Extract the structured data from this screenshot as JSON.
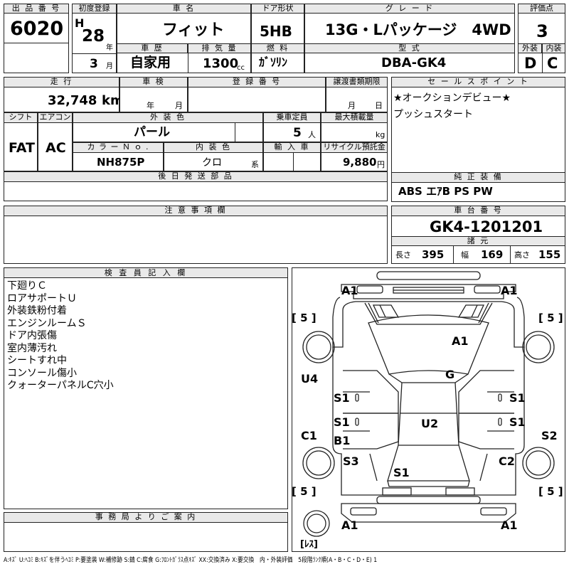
{
  "header": {
    "lot_label": "出 品 番 号",
    "lot_no": "6020",
    "first_reg_label": "初度登録",
    "era": "H",
    "year": "28",
    "year_unit": "年",
    "month": "3",
    "month_unit": "月",
    "car_name_label": "車 名",
    "car_name": "フィット",
    "door_label": "ドア形状",
    "door": "5HB",
    "grade_label": "グ レ ー ド",
    "grade": "13G・Lパッケージ　4WD",
    "score_label": "評価点",
    "score": "3",
    "ext_label": "外装",
    "int_label": "内装",
    "ext_grade": "D",
    "int_grade": "C",
    "history_label": "車 歴",
    "history": "自家用",
    "displacement_label": "排 気 量",
    "displacement": "1300",
    "displacement_unit": "cc",
    "fuel_label": "燃 料",
    "fuel": "ｶﾞｿﾘﾝ",
    "model_label": "型 式",
    "model": "DBA-GK4"
  },
  "row2": {
    "mileage_label": "走 行",
    "mileage": "32,748",
    "mileage_unit": "km",
    "inspection_label": "車 検",
    "inspection_year_unit": "年",
    "inspection_month_unit": "月",
    "reg_label": "登 録 番 号",
    "transfer_label": "譲渡書類期限",
    "transfer_month_unit": "月",
    "transfer_day_unit": "日",
    "shift_label": "シフト",
    "shift": "FAT",
    "ac_label": "エアコン",
    "ac": "AC",
    "ext_color_label": "外 装 色",
    "ext_color": "パール",
    "capacity_label": "乗車定員",
    "capacity": "5",
    "capacity_unit": "人",
    "max_load_label": "最大積載量",
    "max_load_unit": "kg",
    "color_no_label": "カ ラ ー Ｎ ｏ .",
    "color_no": "NH875P",
    "int_color_label": "内 装 色",
    "int_color": "クロ",
    "int_color_unit": "系",
    "import_label": "輸 入 車",
    "recycle_label": "リサイクル預託金",
    "recycle": "9,880",
    "recycle_unit": "円",
    "later_parts_label": "後 日 発 送 部 品"
  },
  "sales": {
    "label": "セ ー ル ス ポ イ ン ト",
    "lines": [
      "★オークションデビュー★",
      "プッシュスタート"
    ]
  },
  "equipment": {
    "label": "純 正 装 備",
    "value": "ABS エｱB PS PW"
  },
  "notes": {
    "label": "注 意 事 項 欄"
  },
  "chassis": {
    "label": "車 台 番 号",
    "value": "GK4-1201201",
    "specs_label": "諸 元",
    "length_label": "長さ",
    "length": "395",
    "width_label": "幅",
    "width": "169",
    "height_label": "高さ",
    "height": "155"
  },
  "inspector": {
    "label": "検 査 員 記 入 欄",
    "lines": [
      "下廻りＣ",
      "ロアサポートＵ",
      "外装鉄粉付着",
      "エンジンルームＳ",
      "ドア内張傷",
      "室内薄汚れ",
      "シートすれ中",
      "コンソール傷小",
      "クォーターパネルC穴小"
    ]
  },
  "office": {
    "label": "事 務 局 よ り ご 案 内"
  },
  "diagram": {
    "marks": {
      "front_left": "A1",
      "front_right": "A1",
      "hood": "A1",
      "windshield": "G",
      "left_fender": "U4",
      "left_front_door": "S1",
      "right_front_door": "S1",
      "left_rear_door_upper": "S1",
      "left_rear_door_lower": "B1",
      "roof": "U2",
      "left_rear_quarter": "C1",
      "right_rear_door": "S1",
      "right_rear_quarter": "S2",
      "left_rear": "S3",
      "right_rear": "C2",
      "rear_glass": "S1",
      "rear_left": "A1",
      "rear_right": "A1"
    },
    "tires": {
      "front_left": "[ 5 ]",
      "front_right": "[ 5 ]",
      "rear_left": "[ 5 ]",
      "rear_right": "[ 5 ]",
      "spare": "[ﾚｽ]"
    }
  },
  "legend": "A:ｷｽﾞ  U:ﾍｺﾐ  B:ｷｽﾞを伴うﾍｺﾐ  P:要塗装  W:補修跡  S:錆  C:腐食  G:ﾌﾛﾝﾄｶﾞﾗｽ点ｷｽﾞ  XX:交換済み  X:要交換　内・外装評価　5段階ﾗﾝｸ順(A・B・C・D・E) 1"
}
